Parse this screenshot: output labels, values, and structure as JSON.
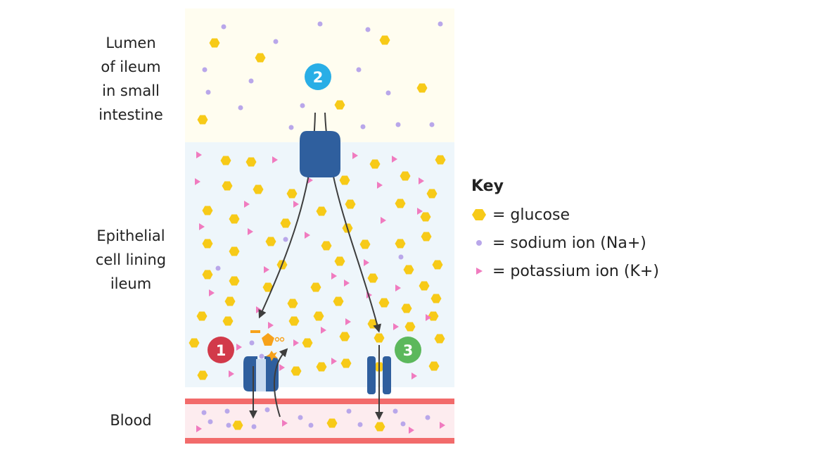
{
  "labels": {
    "lumen": "Lumen\nof ileum\nin small\nintestine",
    "epithelial": "Epithelial\ncell lining\nileum",
    "blood": "Blood"
  },
  "steps": [
    {
      "number": "2",
      "color": "#29aee6"
    },
    {
      "number": "1",
      "color": "#d23a4a"
    },
    {
      "number": "3",
      "color": "#5cb85c"
    }
  ],
  "key": {
    "title": "Key",
    "items": [
      {
        "symbol": "glucose-hexagon",
        "label": "= glucose",
        "color": "#f7ca18"
      },
      {
        "symbol": "sodium-dot",
        "label": "= sodium ion (Na+)",
        "color": "#b9a7ea"
      },
      {
        "symbol": "potassium-triangle",
        "label": "= potassium ion (K+)",
        "color": "#f07bbf"
      }
    ]
  },
  "colors": {
    "lumen_bg": "#fffdf0",
    "cell_bg": "#eef6fb",
    "blood_bg": "#fdecef",
    "blood_wall": "#f26b6b",
    "protein": "#2f5f9e",
    "arrow": "#3d3d3d",
    "atp": "#f7a21b"
  }
}
